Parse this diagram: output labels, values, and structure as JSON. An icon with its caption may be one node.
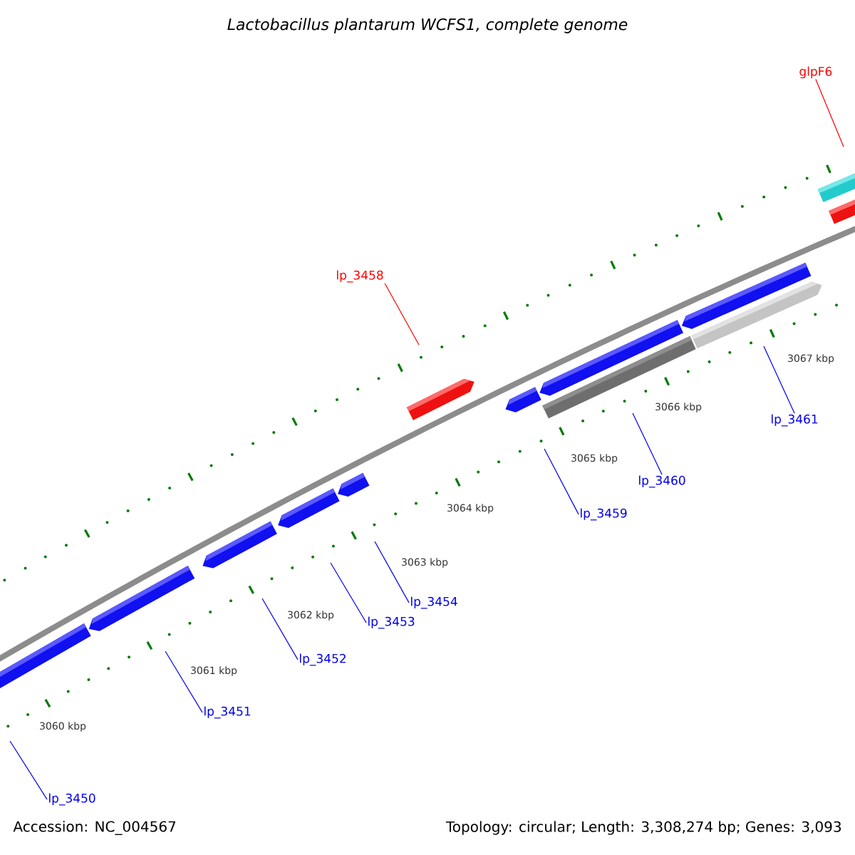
{
  "diagram": {
    "title": "Lactobacillus plantarum WCFS1, complete genome",
    "nodes": [
      {
        "text": [
          "glpF6"
        ]
      },
      {
        "text": [
          "lp_3458"
        ]
      },
      {
        "text": [
          "lp_3461"
        ]
      },
      {
        "text": [
          "lp_3460"
        ]
      },
      {
        "text": [
          "lp_3459"
        ]
      },
      {
        "text": [
          "lp_3454"
        ]
      },
      {
        "text": [
          "lp_3453"
        ]
      },
      {
        "text": [
          "lp_3452"
        ]
      },
      {
        "text": [
          "lp_3451"
        ]
      },
      {
        "text": [
          "lp_3450"
        ]
      }
    ],
    "edges": [
      {
        "from": 0,
        "to": null,
        "arrow": "none",
        "color": "#ff0000"
      },
      {
        "from": 1,
        "to": null,
        "arrow": "none",
        "color": "#ff0000"
      },
      {
        "from": 2,
        "to": null,
        "arrow": "none"
      },
      {
        "from": 3,
        "to": null,
        "arrow": "none"
      },
      {
        "from": 4,
        "to": null,
        "arrow": "none"
      },
      {
        "from": 5,
        "to": null,
        "arrow": "none"
      },
      {
        "from": 6,
        "to": null,
        "arrow": "none"
      },
      {
        "from": 7,
        "to": null,
        "arrow": "none"
      },
      {
        "from": 8,
        "to": null,
        "arrow": "none"
      },
      {
        "from": 9,
        "to": null,
        "arrow": "none"
      }
    ],
    "labels": [
      "3067 kbp",
      "3066 kbp",
      "3065 kbp",
      "3064 kbp",
      "3063 kbp",
      "3062 kbp",
      "3061 kbp",
      "3060 kbp",
      "Accession: NC_004567",
      "Topology: circular; Length: 3,308,274 bp; Genes: 3,093"
    ]
  }
}
